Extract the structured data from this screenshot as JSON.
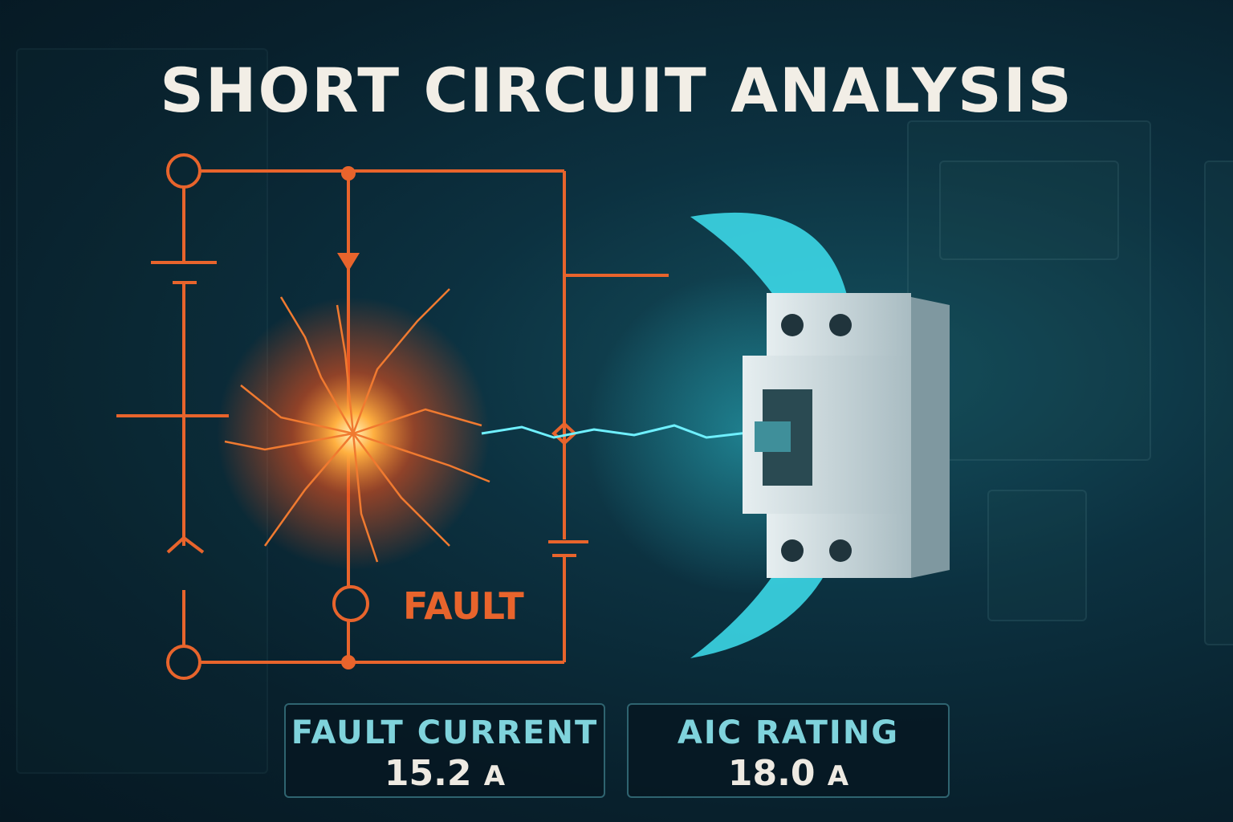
{
  "title": "SHORT CIRCUIT ANALYSIS",
  "fault_label": "FAULT",
  "metrics": [
    {
      "label": "FAULT CURRENT",
      "value": "15.2",
      "unit": "A"
    },
    {
      "label": "AIC RATING",
      "value": "18.0",
      "unit": "A"
    }
  ],
  "colors": {
    "circuit": "#e8642c",
    "arc": "#3ee0f0",
    "text": "#f2eee6",
    "label": "#7fd3dc"
  }
}
